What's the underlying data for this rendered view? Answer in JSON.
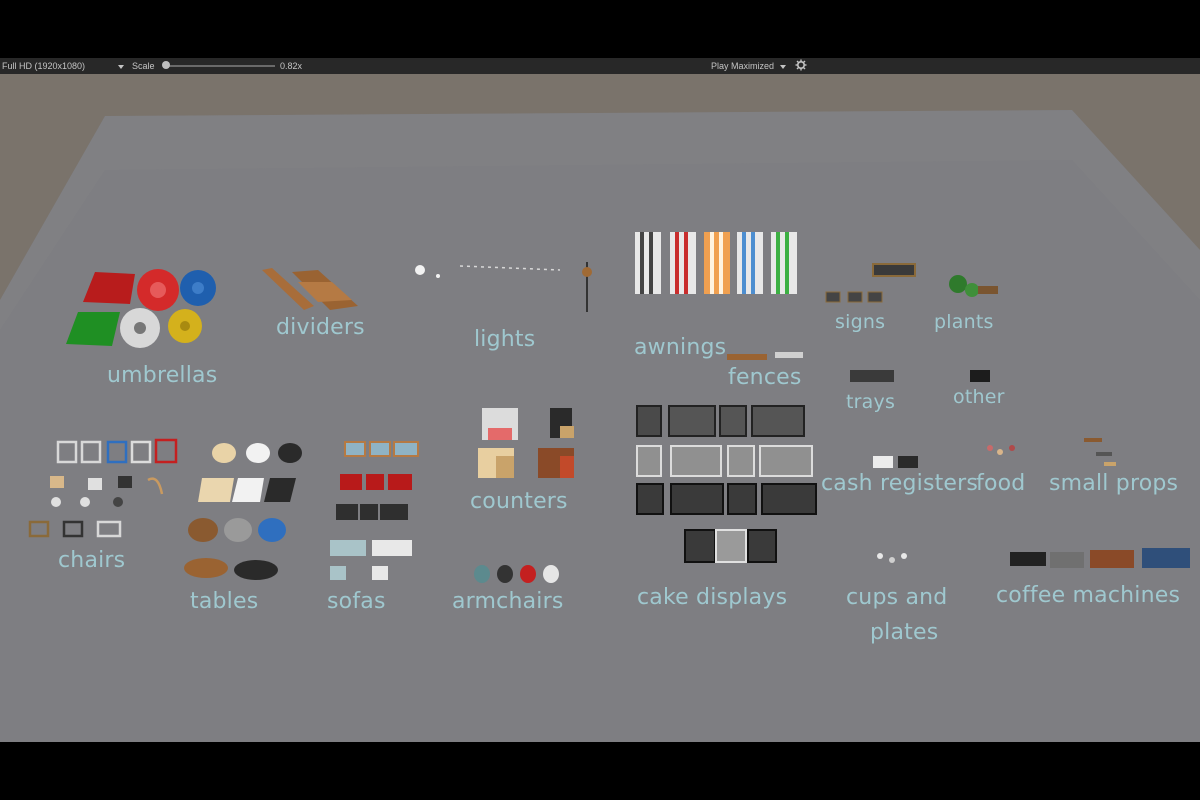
{
  "toolbar": {
    "resolution": "Full HD (1920x1080)",
    "scale_label": "Scale",
    "scale_value": "0.82x",
    "scale_fraction": 0.02,
    "play_mode": "Play Maximized"
  },
  "scene": {
    "categories": {
      "umbrellas": "umbrellas",
      "dividers": "dividers",
      "lights": "lights",
      "awnings": "awnings",
      "signs": "signs",
      "plants": "plants",
      "fences": "fences",
      "trays": "trays",
      "other": "other",
      "chairs": "chairs",
      "tables": "tables",
      "sofas": "sofas",
      "counters": "counters",
      "armchairs": "armchairs",
      "cake_displays": "cake displays",
      "cash_registers": "cash registers",
      "food": "food",
      "small_props": "small props",
      "cups_plates_line1": "cups and",
      "cups_plates_line2": "plates",
      "coffee_machines": "coffee machines"
    }
  },
  "colors": {
    "ground": "#7e7e82",
    "background": "#7a736b",
    "label": "#9fc8cf"
  }
}
